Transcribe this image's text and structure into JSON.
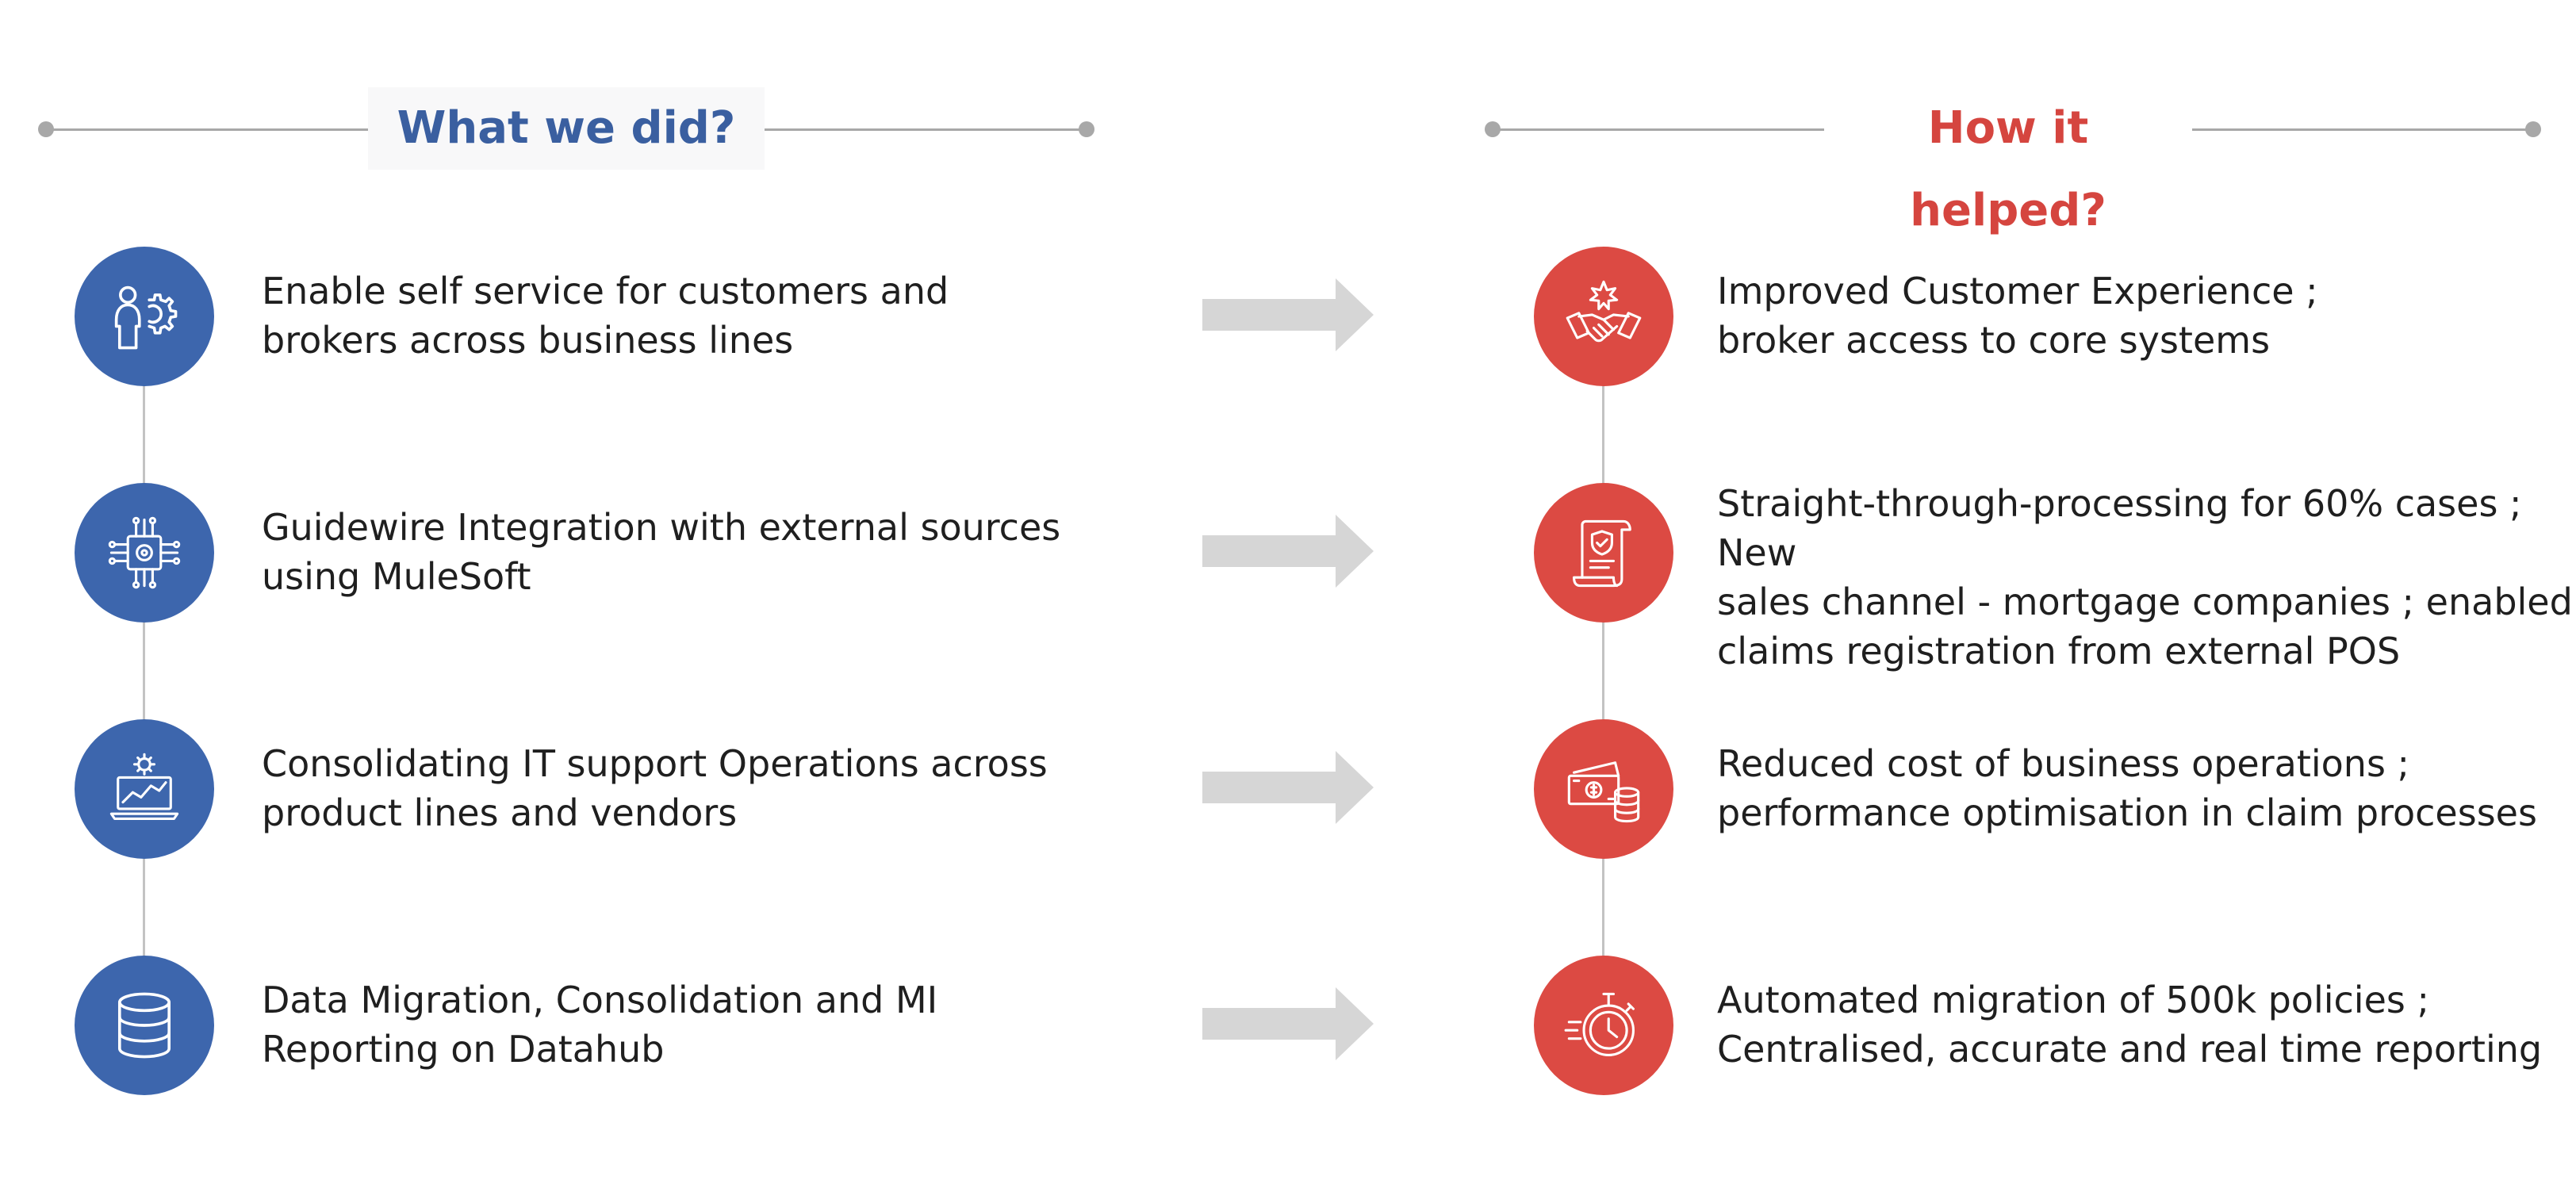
{
  "headers": {
    "left": "What we did?",
    "right": "How it helped?"
  },
  "left_items": [
    {
      "text": "Enable self service for customers and\nbrokers across business lines",
      "icon": "user-gear-icon"
    },
    {
      "text": "Guidewire Integration with external sources\nusing MuleSoft",
      "icon": "circuit-chip-icon"
    },
    {
      "text": "Consolidating IT support Operations across\nproduct lines and vendors",
      "icon": "laptop-analytics-icon"
    },
    {
      "text": "Data Migration, Consolidation and MI\nReporting on Datahub",
      "icon": "database-icon"
    }
  ],
  "right_items": [
    {
      "text": "Improved Customer Experience ;\nbroker access to core systems",
      "icon": "handshake-icon"
    },
    {
      "text": "Straight-through-processing for 60% cases ; New\nsales channel - mortgage companies ; enabled\nclaims registration from external POS",
      "icon": "policy-document-icon"
    },
    {
      "text": "Reduced cost of business operations ;\nperformance optimisation in claim processes",
      "icon": "money-coins-icon"
    },
    {
      "text": "Automated migration of 500k policies ;\nCentralised, accurate and real time reporting",
      "icon": "stopwatch-icon"
    }
  ],
  "colors": {
    "left_accent": "#3d66ad",
    "right_accent": "#dc4a43",
    "left_title": "#3a5fa0",
    "right_title": "#d5453f",
    "arrow": "#d6d6d6",
    "lines": "#a8a8a8"
  }
}
